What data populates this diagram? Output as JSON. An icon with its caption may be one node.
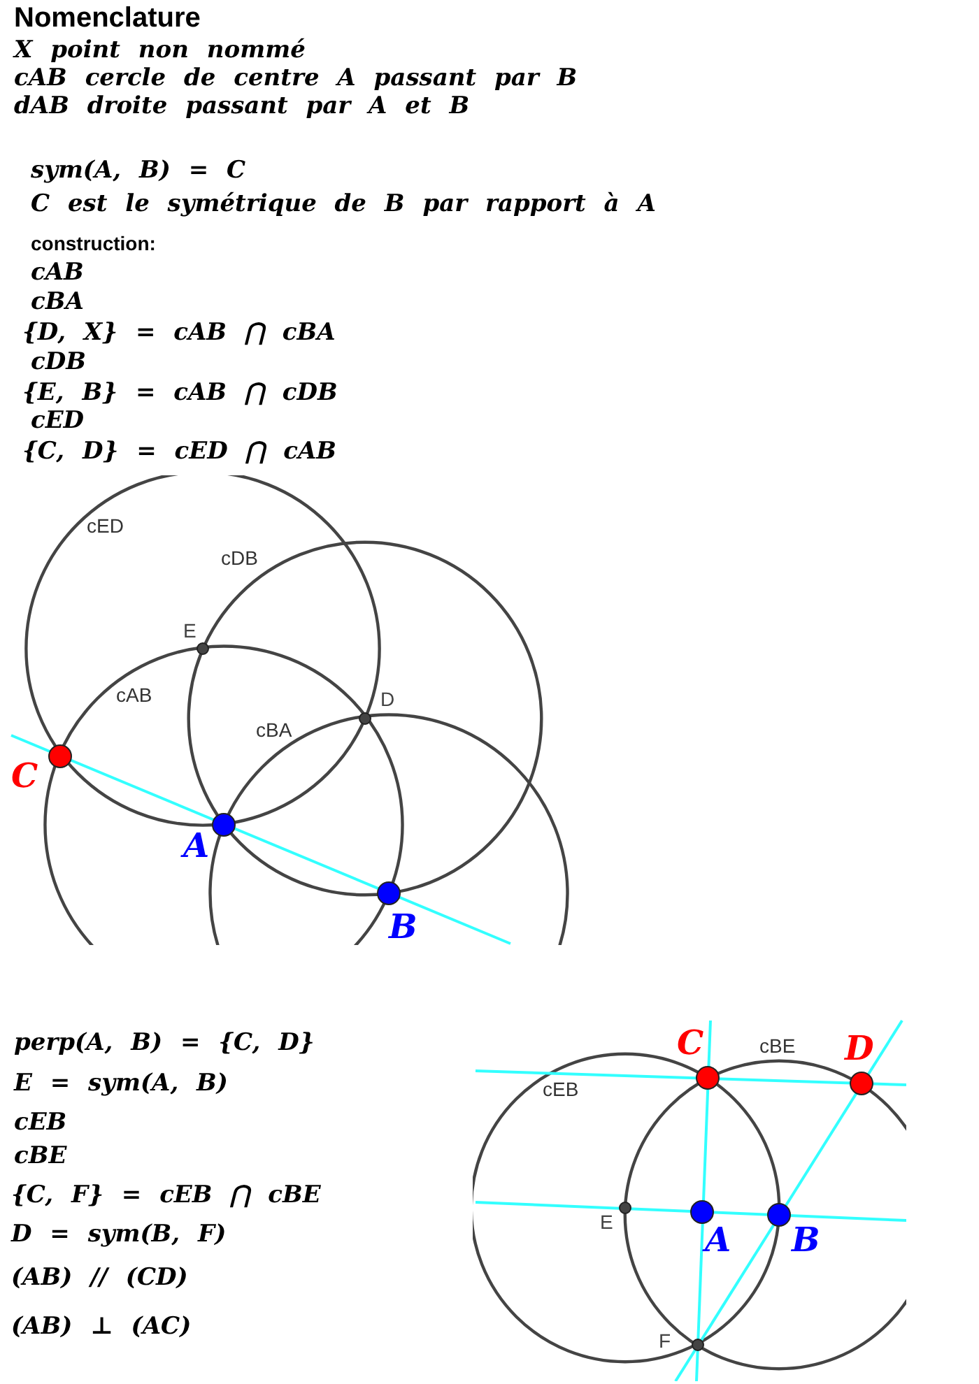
{
  "diagram": {
    "title": "Nomenclature",
    "labels": [
      "X point non nommé",
      "cAB cercle de centre A passant par B",
      "dAB droite passant par A et B",
      "sym(A, B) = C",
      "C est le symétrique de B par rapport à A",
      "construction:",
      "cAB",
      "cBA",
      "{D, X} = cAB ⋂ cBA",
      "cDB",
      "{E, B} = cAB ⋂ cDB",
      "cED",
      "{C, D} = cED ⋂ cAB",
      "cED",
      "cDB",
      "E",
      "D",
      "cAB",
      "cBA",
      "C",
      "A",
      "B",
      "perp(A, B) = {C, D}",
      "E = sym(A, B)",
      "cEB",
      "cBE",
      "{C, F} = cEB ⋂ cBE",
      "D = sym(B, F)",
      "(AB) // (CD)",
      "(AB) ⊥ (AC)",
      "C",
      "cBE",
      "D",
      "cEB",
      "E",
      "A",
      "B",
      "F"
    ]
  }
}
